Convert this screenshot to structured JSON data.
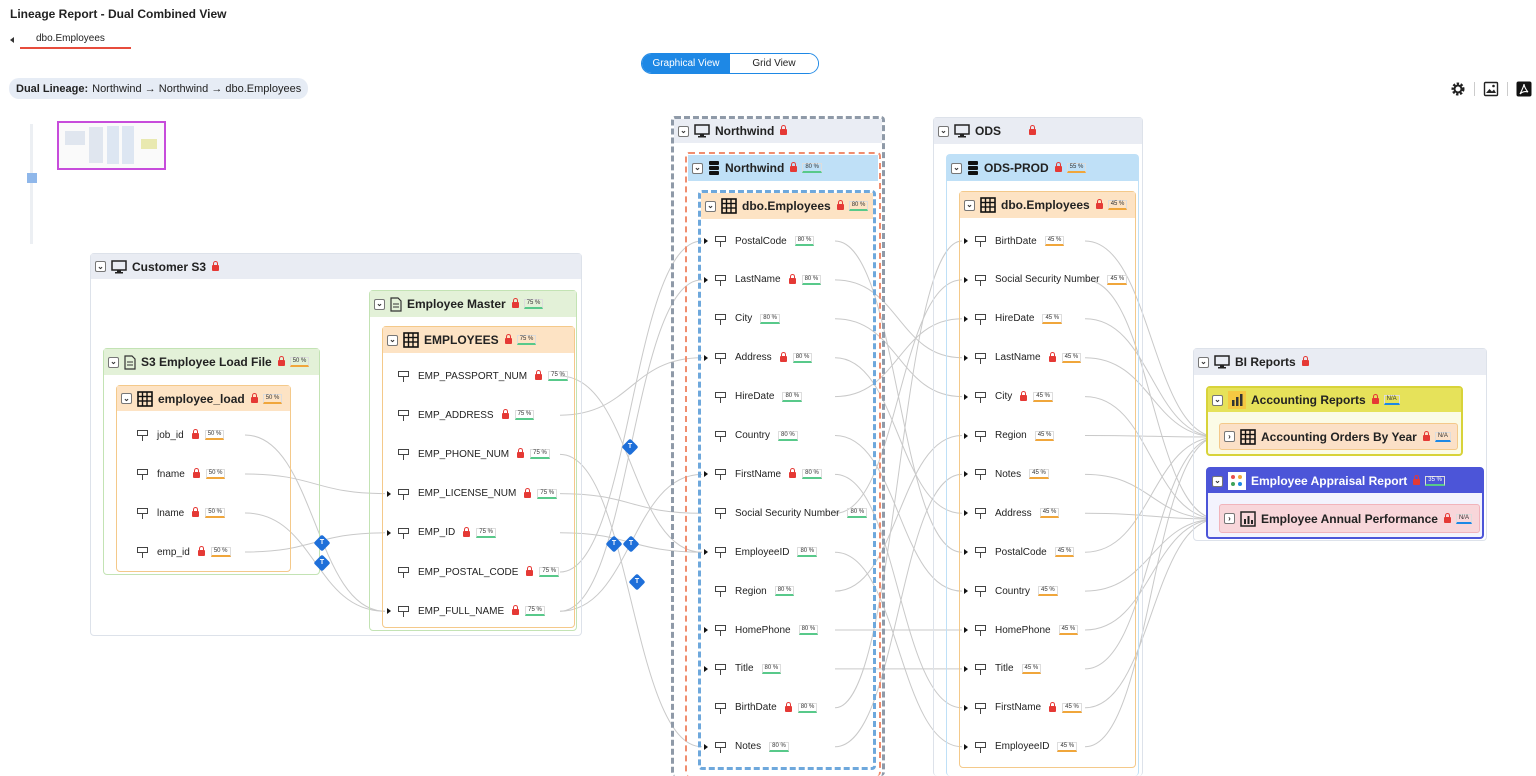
{
  "report_title": "Lineage Report - Dual Combined View",
  "tab_label": "dbo.Employees",
  "view_toggle": {
    "graphical": "Graphical View",
    "grid": "Grid View"
  },
  "breadcrumb": {
    "prefix": "Dual Lineage:",
    "path": "Northwind → Northwind → dbo.Employees"
  },
  "icons": {
    "settings": "gear-icon",
    "image": "image-export-icon",
    "pdf": "pdf-export-icon"
  },
  "customer_s3": {
    "title": "Customer S3",
    "s3_file": {
      "title": "S3 Employee Load File",
      "badge": "50 %"
    },
    "employee_load": {
      "title": "employee_load",
      "badge": "50 %",
      "columns": [
        {
          "name": "job_id",
          "badge": "50 %"
        },
        {
          "name": "fname",
          "badge": "50 %"
        },
        {
          "name": "lname",
          "badge": "50 %"
        },
        {
          "name": "emp_id",
          "badge": "50 %"
        }
      ]
    },
    "employee_master": {
      "title": "Employee Master",
      "badge": "75 %"
    },
    "employees": {
      "title": "EMPLOYEES",
      "badge": "75 %",
      "columns": [
        {
          "name": "EMP_PASSPORT_NUM",
          "badge": "75 %"
        },
        {
          "name": "EMP_ADDRESS",
          "badge": "75 %"
        },
        {
          "name": "EMP_PHONE_NUM",
          "badge": "75 %"
        },
        {
          "name": "EMP_LICENSE_NUM",
          "badge": "75 %"
        },
        {
          "name": "EMP_ID",
          "badge": "75 %"
        },
        {
          "name": "EMP_POSTAL_CODE",
          "badge": "75 %"
        },
        {
          "name": "EMP_FULL_NAME",
          "badge": "75 %"
        }
      ]
    }
  },
  "northwind": {
    "title": "Northwind",
    "db": {
      "title": "Northwind",
      "badge": "80 %"
    },
    "table": {
      "title": "dbo.Employees",
      "badge": "80 %",
      "columns": [
        {
          "name": "PostalCode",
          "badge": "80 %"
        },
        {
          "name": "LastName",
          "badge": "80 %"
        },
        {
          "name": "City",
          "badge": "80 %"
        },
        {
          "name": "Address",
          "badge": "80 %"
        },
        {
          "name": "HireDate",
          "badge": "80 %"
        },
        {
          "name": "Country",
          "badge": "80 %"
        },
        {
          "name": "FirstName",
          "badge": "80 %"
        },
        {
          "name": "Social Security Number",
          "badge": "80 %"
        },
        {
          "name": "EmployeeID",
          "badge": "80 %"
        },
        {
          "name": "Region",
          "badge": "80 %"
        },
        {
          "name": "HomePhone",
          "badge": "80 %"
        },
        {
          "name": "Title",
          "badge": "80 %"
        },
        {
          "name": "BirthDate",
          "badge": "80 %"
        },
        {
          "name": "Notes",
          "badge": "80 %"
        }
      ]
    }
  },
  "ods": {
    "title": "ODS",
    "db": {
      "title": "ODS-PROD",
      "badge": "55 %"
    },
    "table": {
      "title": "dbo.Employees",
      "badge": "45 %",
      "columns": [
        {
          "name": "BirthDate",
          "badge": "45 %"
        },
        {
          "name": "Social Security Number",
          "badge": "45 %"
        },
        {
          "name": "HireDate",
          "badge": "45 %"
        },
        {
          "name": "LastName",
          "badge": "45 %"
        },
        {
          "name": "City",
          "badge": "45 %"
        },
        {
          "name": "Region",
          "badge": "45 %"
        },
        {
          "name": "Notes",
          "badge": "45 %"
        },
        {
          "name": "Address",
          "badge": "45 %"
        },
        {
          "name": "PostalCode",
          "badge": "45 %"
        },
        {
          "name": "Country",
          "badge": "45 %"
        },
        {
          "name": "HomePhone",
          "badge": "45 %"
        },
        {
          "name": "Title",
          "badge": "45 %"
        },
        {
          "name": "FirstName",
          "badge": "45 %"
        },
        {
          "name": "EmployeeID",
          "badge": "45 %"
        }
      ]
    }
  },
  "bi_reports": {
    "title": "BI Reports",
    "accounting": {
      "title": "Accounting Reports",
      "badge": "N/A",
      "child": "Accounting Orders By Year",
      "child_badge": "N/A"
    },
    "appraisal": {
      "title": "Employee Appraisal Report",
      "badge": "35 %",
      "child": "Employee Annual Performance",
      "child_badge": "N/A"
    }
  },
  "transform_marker": "T"
}
